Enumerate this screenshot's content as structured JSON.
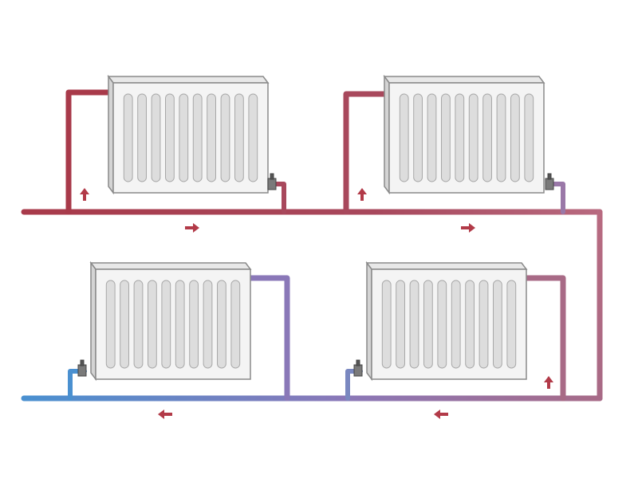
{
  "diagram": {
    "type": "two-pipe heating system schematic",
    "radiator_count": 4,
    "fin_count": 10,
    "colors": {
      "background": "#ffffff",
      "supply_pipe": "#a83a4a",
      "supply_pipe_light": "#b86a80",
      "return_pipe_mid": "#8a78b8",
      "return_pipe": "#4a90d0",
      "arrow": "#b23a48",
      "radiator_body": "#f4f4f4",
      "radiator_fin": "#dddddd",
      "radiator_outline": "#8a8a8a",
      "valve": "#7a7a7a"
    },
    "flow_arrows": [
      {
        "name": "flow-arrow-up-left-riser",
        "direction": "up"
      },
      {
        "name": "flow-arrow-up-right-riser",
        "direction": "up"
      },
      {
        "name": "flow-arrow-right-supply-1",
        "direction": "right"
      },
      {
        "name": "flow-arrow-right-supply-2",
        "direction": "right"
      },
      {
        "name": "flow-arrow-up-lower-riser",
        "direction": "up"
      },
      {
        "name": "flow-arrow-left-return-1",
        "direction": "left"
      },
      {
        "name": "flow-arrow-left-return-2",
        "direction": "left"
      }
    ]
  }
}
